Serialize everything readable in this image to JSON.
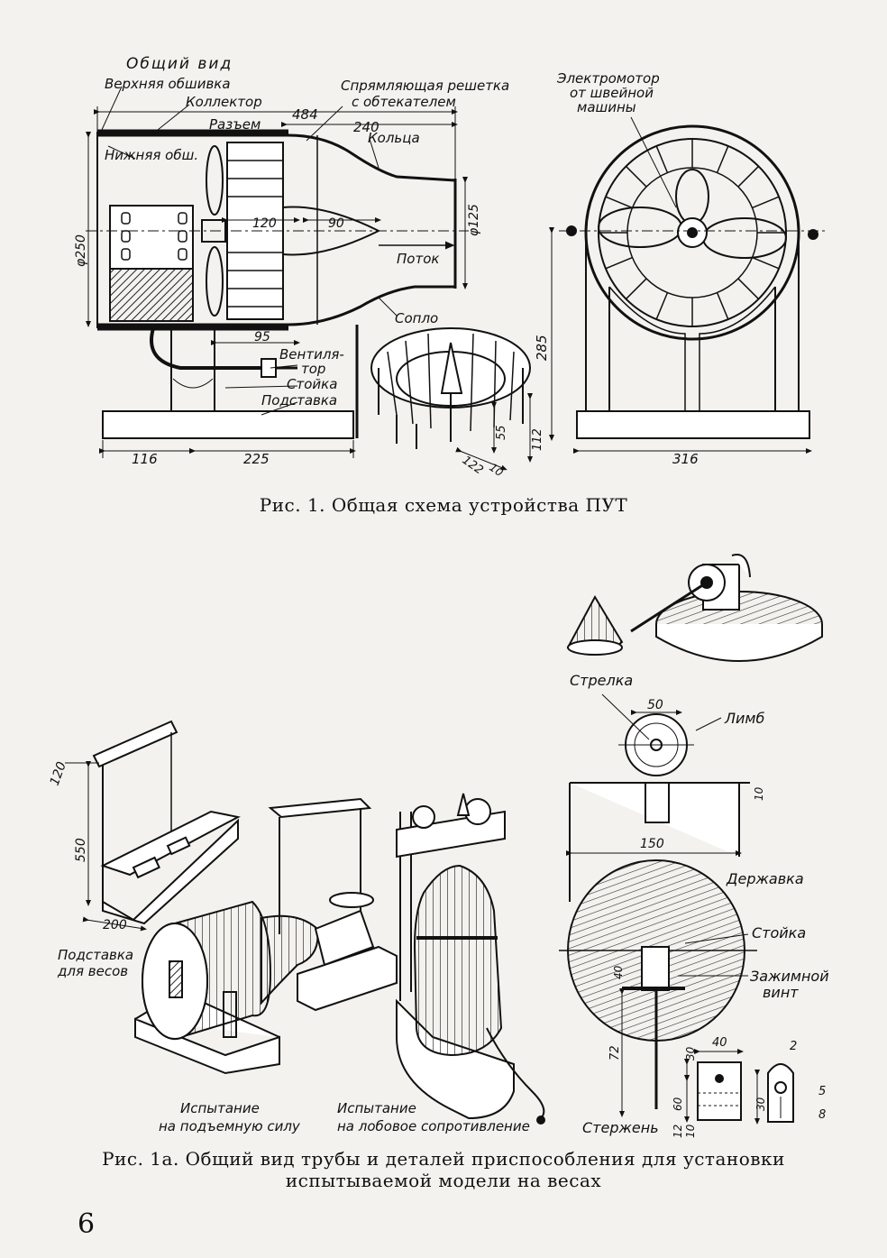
{
  "figure1": {
    "caption": "Рис. 1. Общая схема устройства ПУТ",
    "labels": {
      "general_view": "Общий вид",
      "upper_skin": "Верхняя обшивка",
      "collector": "Коллектор",
      "joint": "Разъем",
      "lower_skin": "Нижняя обш.",
      "straightening_grid_1": "Спрямляющая решетка",
      "straightening_grid_2": "с обтекателем",
      "rings": "Кольца",
      "flow": "Поток",
      "nozzle": "Сопло",
      "fan_1": "Вентиля-",
      "fan_2": "тор",
      "post": "Стойка",
      "stand": "Подставка",
      "motor_1": "Электромотор",
      "motor_2": "от швейной",
      "motor_3": "машины"
    },
    "dimensions": {
      "d484": "484",
      "d240": "240",
      "d120": "120",
      "d90": "90",
      "d125": "φ125",
      "d250": "φ250",
      "d95": "95",
      "d116": "116",
      "d225": "225",
      "d285": "285",
      "d316": "316",
      "d55": "55",
      "d112": "112",
      "d122": "122",
      "d10": "10"
    }
  },
  "figure1a": {
    "caption_line1": "Рис. 1а. Общий вид трубы и деталей приспособления для установки",
    "caption_line2": "испытываемой модели на весах",
    "labels": {
      "arrow": "Стрелка",
      "limb": "Лимб",
      "holder": "Державка",
      "post": "Стойка",
      "clamp_1": "Зажимной",
      "clamp_2": "винт",
      "rod": "Стержень",
      "scale_stand_1": "Подставка",
      "scale_stand_2": "для весов",
      "lift_test_1": "Испытание",
      "lift_test_2": "на подъемную силу",
      "drag_test_1": "Испытание",
      "drag_test_2": "на лобовое сопротивление"
    },
    "dimensions": {
      "d120": "120",
      "d550": "550",
      "d200": "200",
      "d50": "50",
      "d10": "10",
      "d150": "150",
      "d40": "40",
      "d72": "72",
      "d30": "30",
      "d40b": "40",
      "d2": "2",
      "d60": "60",
      "d12": "12",
      "d10b": "10",
      "d30b": "30",
      "d5": "5",
      "d8": "8"
    }
  },
  "page_number": "6"
}
